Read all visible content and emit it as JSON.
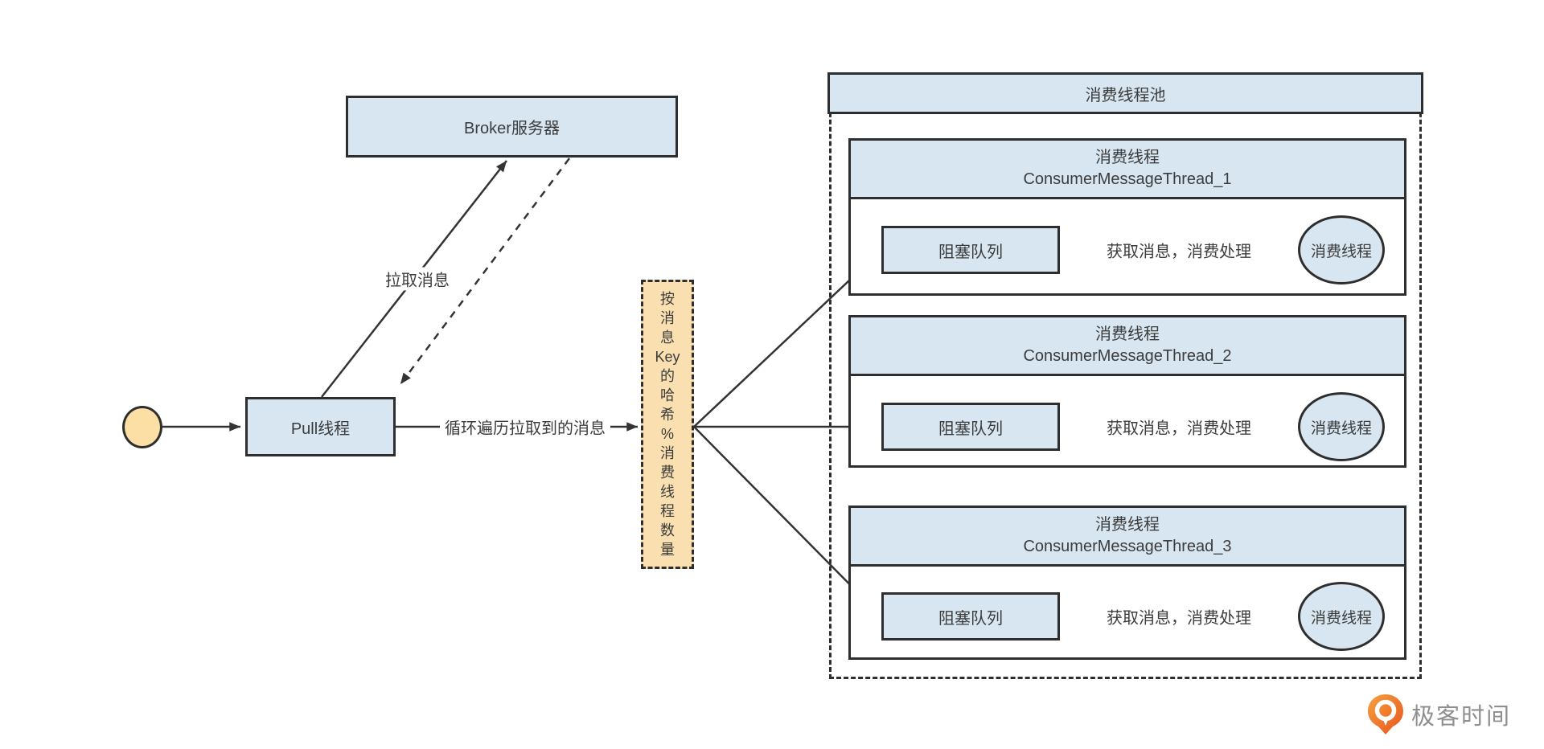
{
  "diagram": {
    "broker": {
      "label": "Broker服务器"
    },
    "pull_thread": {
      "label": "Pull线程"
    },
    "edge_labels": {
      "pull_message": "拉取消息",
      "loop_messages": "循环遍历拉取到的消息"
    },
    "hash_box": {
      "label": "按消息Key的哈希%消费线程数量",
      "tokens": [
        "按",
        "消",
        "息",
        "Key",
        "的",
        "哈",
        "希",
        "%",
        "消",
        "费",
        "线",
        "程",
        "数",
        "量"
      ]
    },
    "pool": {
      "title": "消费线程池",
      "groups": [
        {
          "title_line1": "消费线程",
          "title_line2": "ConsumerMessageThread_1",
          "queue_label": "阻塞队列",
          "thread_label": "消费线程",
          "edge_label": "获取消息，消费处理"
        },
        {
          "title_line1": "消费线程",
          "title_line2": "ConsumerMessageThread_2",
          "queue_label": "阻塞队列",
          "thread_label": "消费线程",
          "edge_label": "获取消息，消费处理"
        },
        {
          "title_line1": "消费线程",
          "title_line2": "ConsumerMessageThread_3",
          "queue_label": "阻塞队列",
          "thread_label": "消费线程",
          "edge_label": "获取消息，消费处理"
        }
      ]
    },
    "logo": {
      "text": "极客时间"
    },
    "colors": {
      "node_blue": "#D7E6F0",
      "hash_orange": "#FAE0B0",
      "start_orange": "#FCDFA5",
      "stroke": "#2e2e2e",
      "line": "#333333",
      "logo_orange": "#ED5B2A",
      "logo_gray": "#8f8f8f"
    }
  }
}
